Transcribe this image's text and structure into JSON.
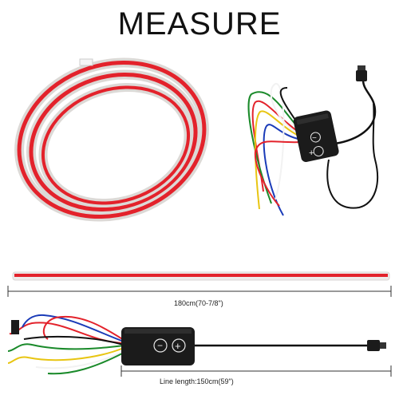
{
  "title": "MEASURE",
  "measurements": {
    "strip_length": "180cm(70-7/8\")",
    "line_length": "Line length:150cm(59\")"
  },
  "controller": {
    "minus_symbol": "−",
    "plus_symbol": "+"
  },
  "colors": {
    "strip_red": "#e3222b",
    "strip_white": "#f2f0ef",
    "controller_body": "#1b1b1b"
  }
}
